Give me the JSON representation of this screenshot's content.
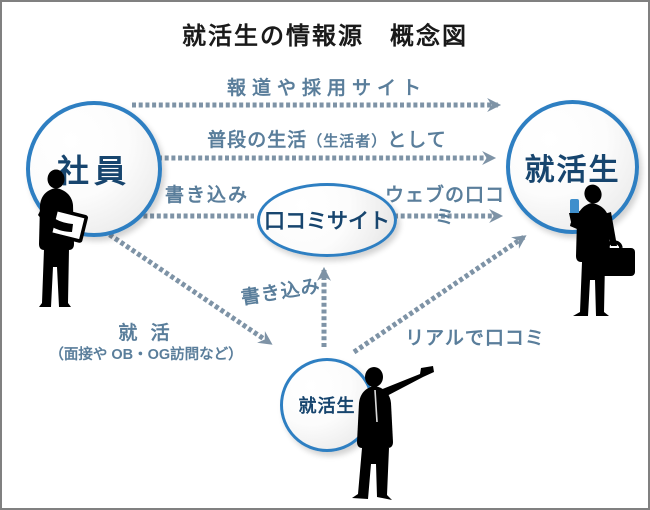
{
  "title": "就活生の情報源　概念図",
  "nodes": {
    "employee": {
      "label": "社員"
    },
    "job_seeker_right": {
      "label": "就活生"
    },
    "review_site": {
      "label": "口コミサイト"
    },
    "job_seeker_bottom": {
      "label": "就活生"
    }
  },
  "edges": {
    "media": {
      "label": "報道や採用サイト",
      "from": "employee",
      "to": "job_seeker_right"
    },
    "daily_life": {
      "label_main": "普段の生活",
      "label_paren": "（生活者）",
      "label_tail": "として",
      "from": "employee",
      "to": "job_seeker_right"
    },
    "write_in": {
      "label": "書き込み",
      "from": "employee",
      "to": "review_site"
    },
    "web_review": {
      "label": "ウェブの口コミ",
      "from": "review_site",
      "to": "job_seeker_right"
    },
    "job_hunt": {
      "label_main": "就 活",
      "label_sub": "（面接や OB・OG訪問など）",
      "from": "employee",
      "to": "job_seeker_bottom"
    },
    "write_up": {
      "label": "書き込み",
      "from": "job_seeker_bottom",
      "to": "review_site"
    },
    "real_review": {
      "label": "リアルで口コミ",
      "from": "job_seeker_bottom",
      "to": "job_seeker_right"
    }
  },
  "icons": {
    "employee_figure": "businessman-with-documents-silhouette",
    "job_seeker_right_figure": "businessman-with-phone-and-bag-silhouette",
    "job_seeker_bottom_figure": "pointing-businessman-silhouette"
  },
  "colors": {
    "node_border": "#2e7fc2",
    "node_text": "#17456e",
    "arrow": "#7e93a6",
    "edge_label_text": "#5a7e9b",
    "title_text": "#1a1a1a",
    "phone_screen": "#3f8fcc",
    "silhouette": "#000000"
  }
}
